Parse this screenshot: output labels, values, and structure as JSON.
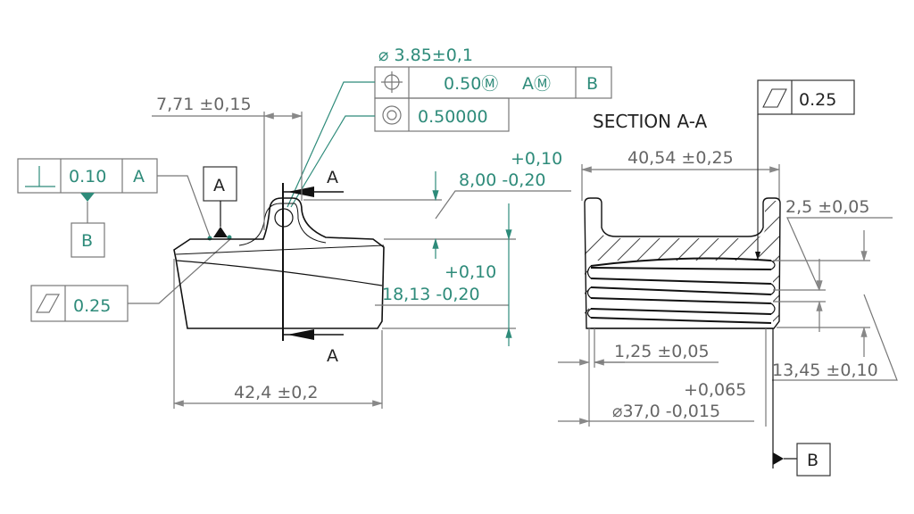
{
  "colors": {
    "dimension": "#666666",
    "gdt": "#2e8b7a",
    "part": "#111111"
  },
  "hole": {
    "diameter_label": "⌀ 3.85±0,1",
    "position": {
      "symbol": "position-icon",
      "tolerance": "0.50Ⓜ",
      "datum1": "AⓂ",
      "datum2": "B"
    },
    "concentricity": {
      "symbol": "concentricity-icon",
      "tolerance": "0.50000"
    }
  },
  "perpendicularity": {
    "symbol": "perpendicularity-icon",
    "tolerance": "0.10",
    "datum": "A"
  },
  "datum_a": "A",
  "datum_b": "B",
  "flatness_left": {
    "symbol": "flatness-icon",
    "tolerance": "0.25"
  },
  "flatness_right": {
    "symbol": "flatness-icon",
    "tolerance": "0.25"
  },
  "section_marker": "A",
  "section_title": "SECTION A-A",
  "dims": {
    "d771": "7,71 ±0,15",
    "d800_plus": "+0,10",
    "d800": "8,00 -0,20",
    "d1813_plus": "+0,10",
    "d1813": "18,13 -0,20",
    "d424": "42,4 ±0,2",
    "d4054": "40,54 ±0,25",
    "d25": "2,5 ±0,05",
    "d125": "1,25 ±0,05",
    "d1345": "13,45 ±0,10",
    "d370_plus": "+0,065",
    "d370": "⌀37,0 -0,015"
  }
}
